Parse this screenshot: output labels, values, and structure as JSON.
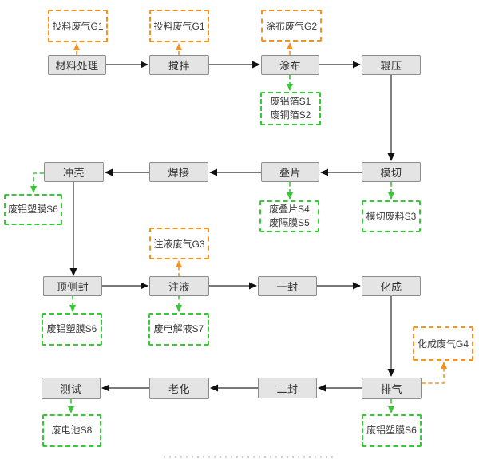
{
  "diagram": {
    "title_hint": "battery-production-process-flow",
    "colors": {
      "process_fill": "#e4e4e4",
      "process_border": "#8c8c8c",
      "gas_accent": "#f8921e",
      "waste_accent": "#36c936",
      "arrow_line": "#4d4d4d",
      "arrow_head": "#111111",
      "text": "#333333"
    },
    "process": [
      {
        "id": "material",
        "label": "材料处理"
      },
      {
        "id": "mixing",
        "label": "搅拌"
      },
      {
        "id": "coating",
        "label": "涂布"
      },
      {
        "id": "rolling",
        "label": "辊压"
      },
      {
        "id": "diecut",
        "label": "模切"
      },
      {
        "id": "stacking",
        "label": "叠片"
      },
      {
        "id": "welding",
        "label": "焊接"
      },
      {
        "id": "shell",
        "label": "冲壳"
      },
      {
        "id": "topseal",
        "label": "顶侧封"
      },
      {
        "id": "inject",
        "label": "注液"
      },
      {
        "id": "seal1",
        "label": "一封"
      },
      {
        "id": "formation",
        "label": "化成"
      },
      {
        "id": "degas",
        "label": "排气"
      },
      {
        "id": "seal2",
        "label": "二封"
      },
      {
        "id": "aging",
        "label": "老化"
      },
      {
        "id": "test",
        "label": "测试"
      }
    ],
    "gas": [
      {
        "id": "g1a",
        "label": "投料废气G1"
      },
      {
        "id": "g1b",
        "label": "投料废气G1"
      },
      {
        "id": "g2",
        "label": "涂布废气G2"
      },
      {
        "id": "g3",
        "label": "注液废气G3"
      },
      {
        "id": "g4",
        "label": "化成废气G4"
      }
    ],
    "waste": [
      {
        "id": "s1s2",
        "line1": "废铝箔S1",
        "line2": "废铜箔S2"
      },
      {
        "id": "s4s5",
        "line1": "废叠片S4",
        "line2": "废隔膜S5"
      },
      {
        "id": "s3",
        "line1": "模切废料S3"
      },
      {
        "id": "s6a",
        "line1": "废铝塑膜S6"
      },
      {
        "id": "s6b",
        "line1": "废铝塑膜S6"
      },
      {
        "id": "s6c",
        "line1": "废铝塑膜S6"
      },
      {
        "id": "s7",
        "line1": "废电解液S7"
      },
      {
        "id": "s8",
        "line1": "废电池S8"
      }
    ]
  }
}
